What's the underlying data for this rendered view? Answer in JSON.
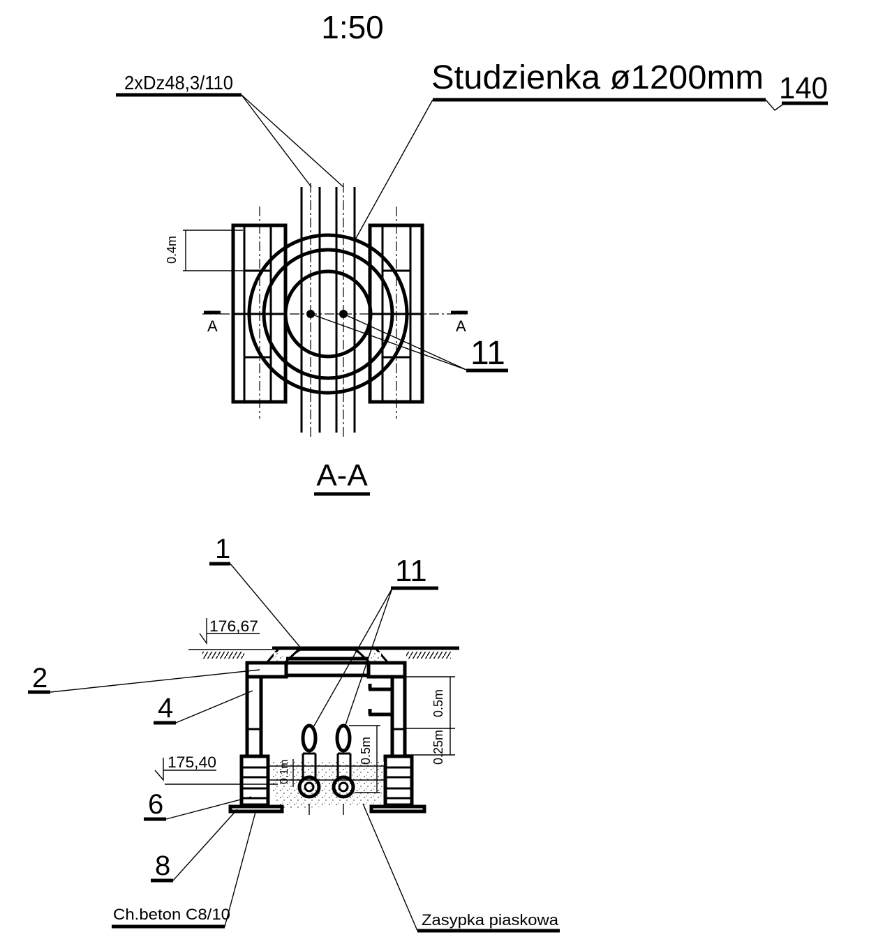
{
  "drawing": {
    "scale": "1:50",
    "plan_view": {
      "pipe_label": "2xDz48,3/110",
      "chamber_label": "Studzienka ø1200mm",
      "chamber_ref": "140",
      "dim_offset": "0.4m",
      "section_mark_left": "A",
      "section_mark_right": "A",
      "item_ref": "11"
    },
    "section_view": {
      "title": "A-A",
      "item_ref_1": "1",
      "item_ref_11": "11",
      "item_ref_2": "2",
      "item_ref_4": "4",
      "item_ref_6": "6",
      "item_ref_8": "8",
      "level_top": "176,67",
      "level_bottom": "175,40",
      "dim_upper": "0.5m",
      "dim_lower": "0.25m",
      "dim_pipe_gap": "0.5m",
      "dim_pipe_bed": "0.1m",
      "material_concrete": "Ch.beton C8/10",
      "material_sand": "Zasypka piaskowa"
    }
  }
}
